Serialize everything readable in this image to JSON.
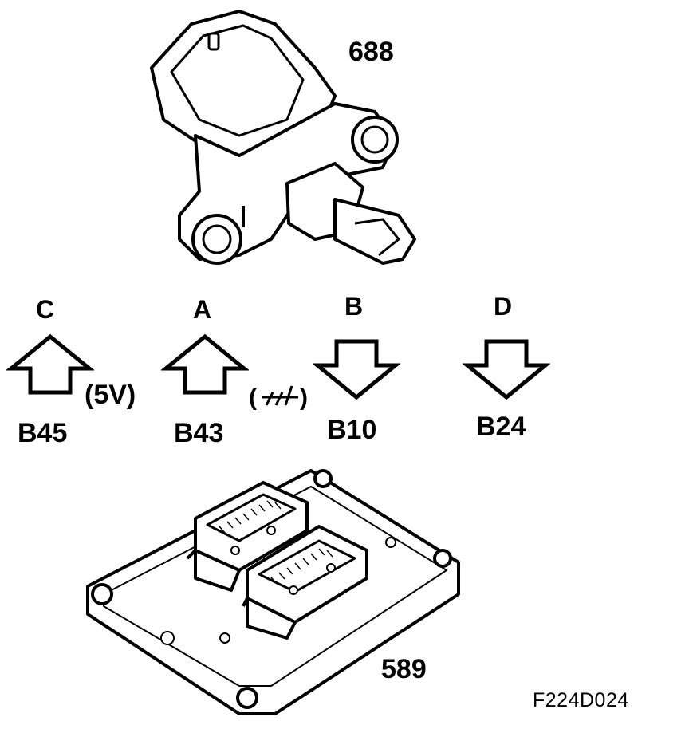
{
  "components": {
    "sensor": {
      "ref": "688",
      "icon": "pressure-sensor-drawing"
    },
    "control_module": {
      "ref": "589",
      "icon": "control-module-drawing"
    }
  },
  "pins": [
    {
      "letter": "C",
      "terminal": "B45",
      "direction": "up",
      "note": "(5V)"
    },
    {
      "letter": "A",
      "terminal": "B43",
      "direction": "up",
      "note": "ground-symbol"
    },
    {
      "letter": "B",
      "terminal": "B10",
      "direction": "down",
      "note": ""
    },
    {
      "letter": "D",
      "terminal": "B24",
      "direction": "down",
      "note": ""
    }
  ],
  "figure_code": "F224D024"
}
